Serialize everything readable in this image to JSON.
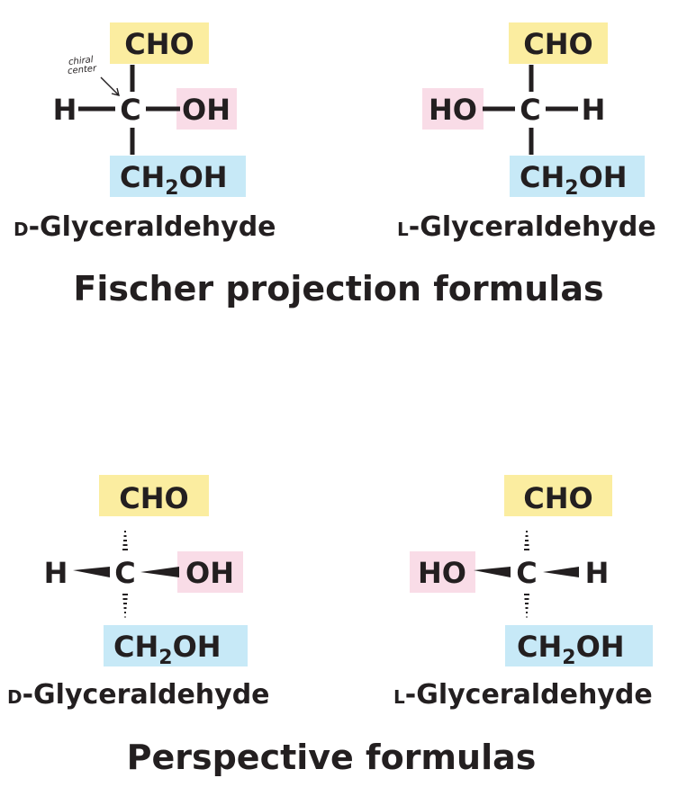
{
  "fischer": {
    "annotation": [
      "chiral",
      "center"
    ],
    "d": {
      "top": "CHO",
      "left": "H",
      "center": "C",
      "right": "OH",
      "bottom_main": "CH",
      "bottom_sub": "2",
      "bottom_end": "OH",
      "name_prefix": "D",
      "name_rest": "-Glyceraldehyde"
    },
    "l": {
      "top": "CHO",
      "left": "HO",
      "center": "C",
      "right": "H",
      "bottom_main": "CH",
      "bottom_sub": "2",
      "bottom_end": "OH",
      "name_prefix": "L",
      "name_rest": "-Glyceraldehyde"
    },
    "caption": "Fischer  projection  formulas"
  },
  "perspective": {
    "d": {
      "top": "CHO",
      "left": "H",
      "center": "C",
      "right": "OH",
      "bottom_main": "CH",
      "bottom_sub": "2",
      "bottom_end": "OH",
      "name_prefix": "D",
      "name_rest": "-Glyceraldehyde"
    },
    "l": {
      "top": "CHO",
      "left": "HO",
      "center": "C",
      "right": "H",
      "bottom_main": "CH",
      "bottom_sub": "2",
      "bottom_end": "OH",
      "name_prefix": "L",
      "name_rest": "-Glyceraldehyde"
    },
    "caption": "Perspective formulas"
  },
  "colors": {
    "yellow_box": "#fbeda0",
    "pink_box": "#f9dce7",
    "blue_box": "#c7e9f7",
    "ink": "#231f20"
  }
}
